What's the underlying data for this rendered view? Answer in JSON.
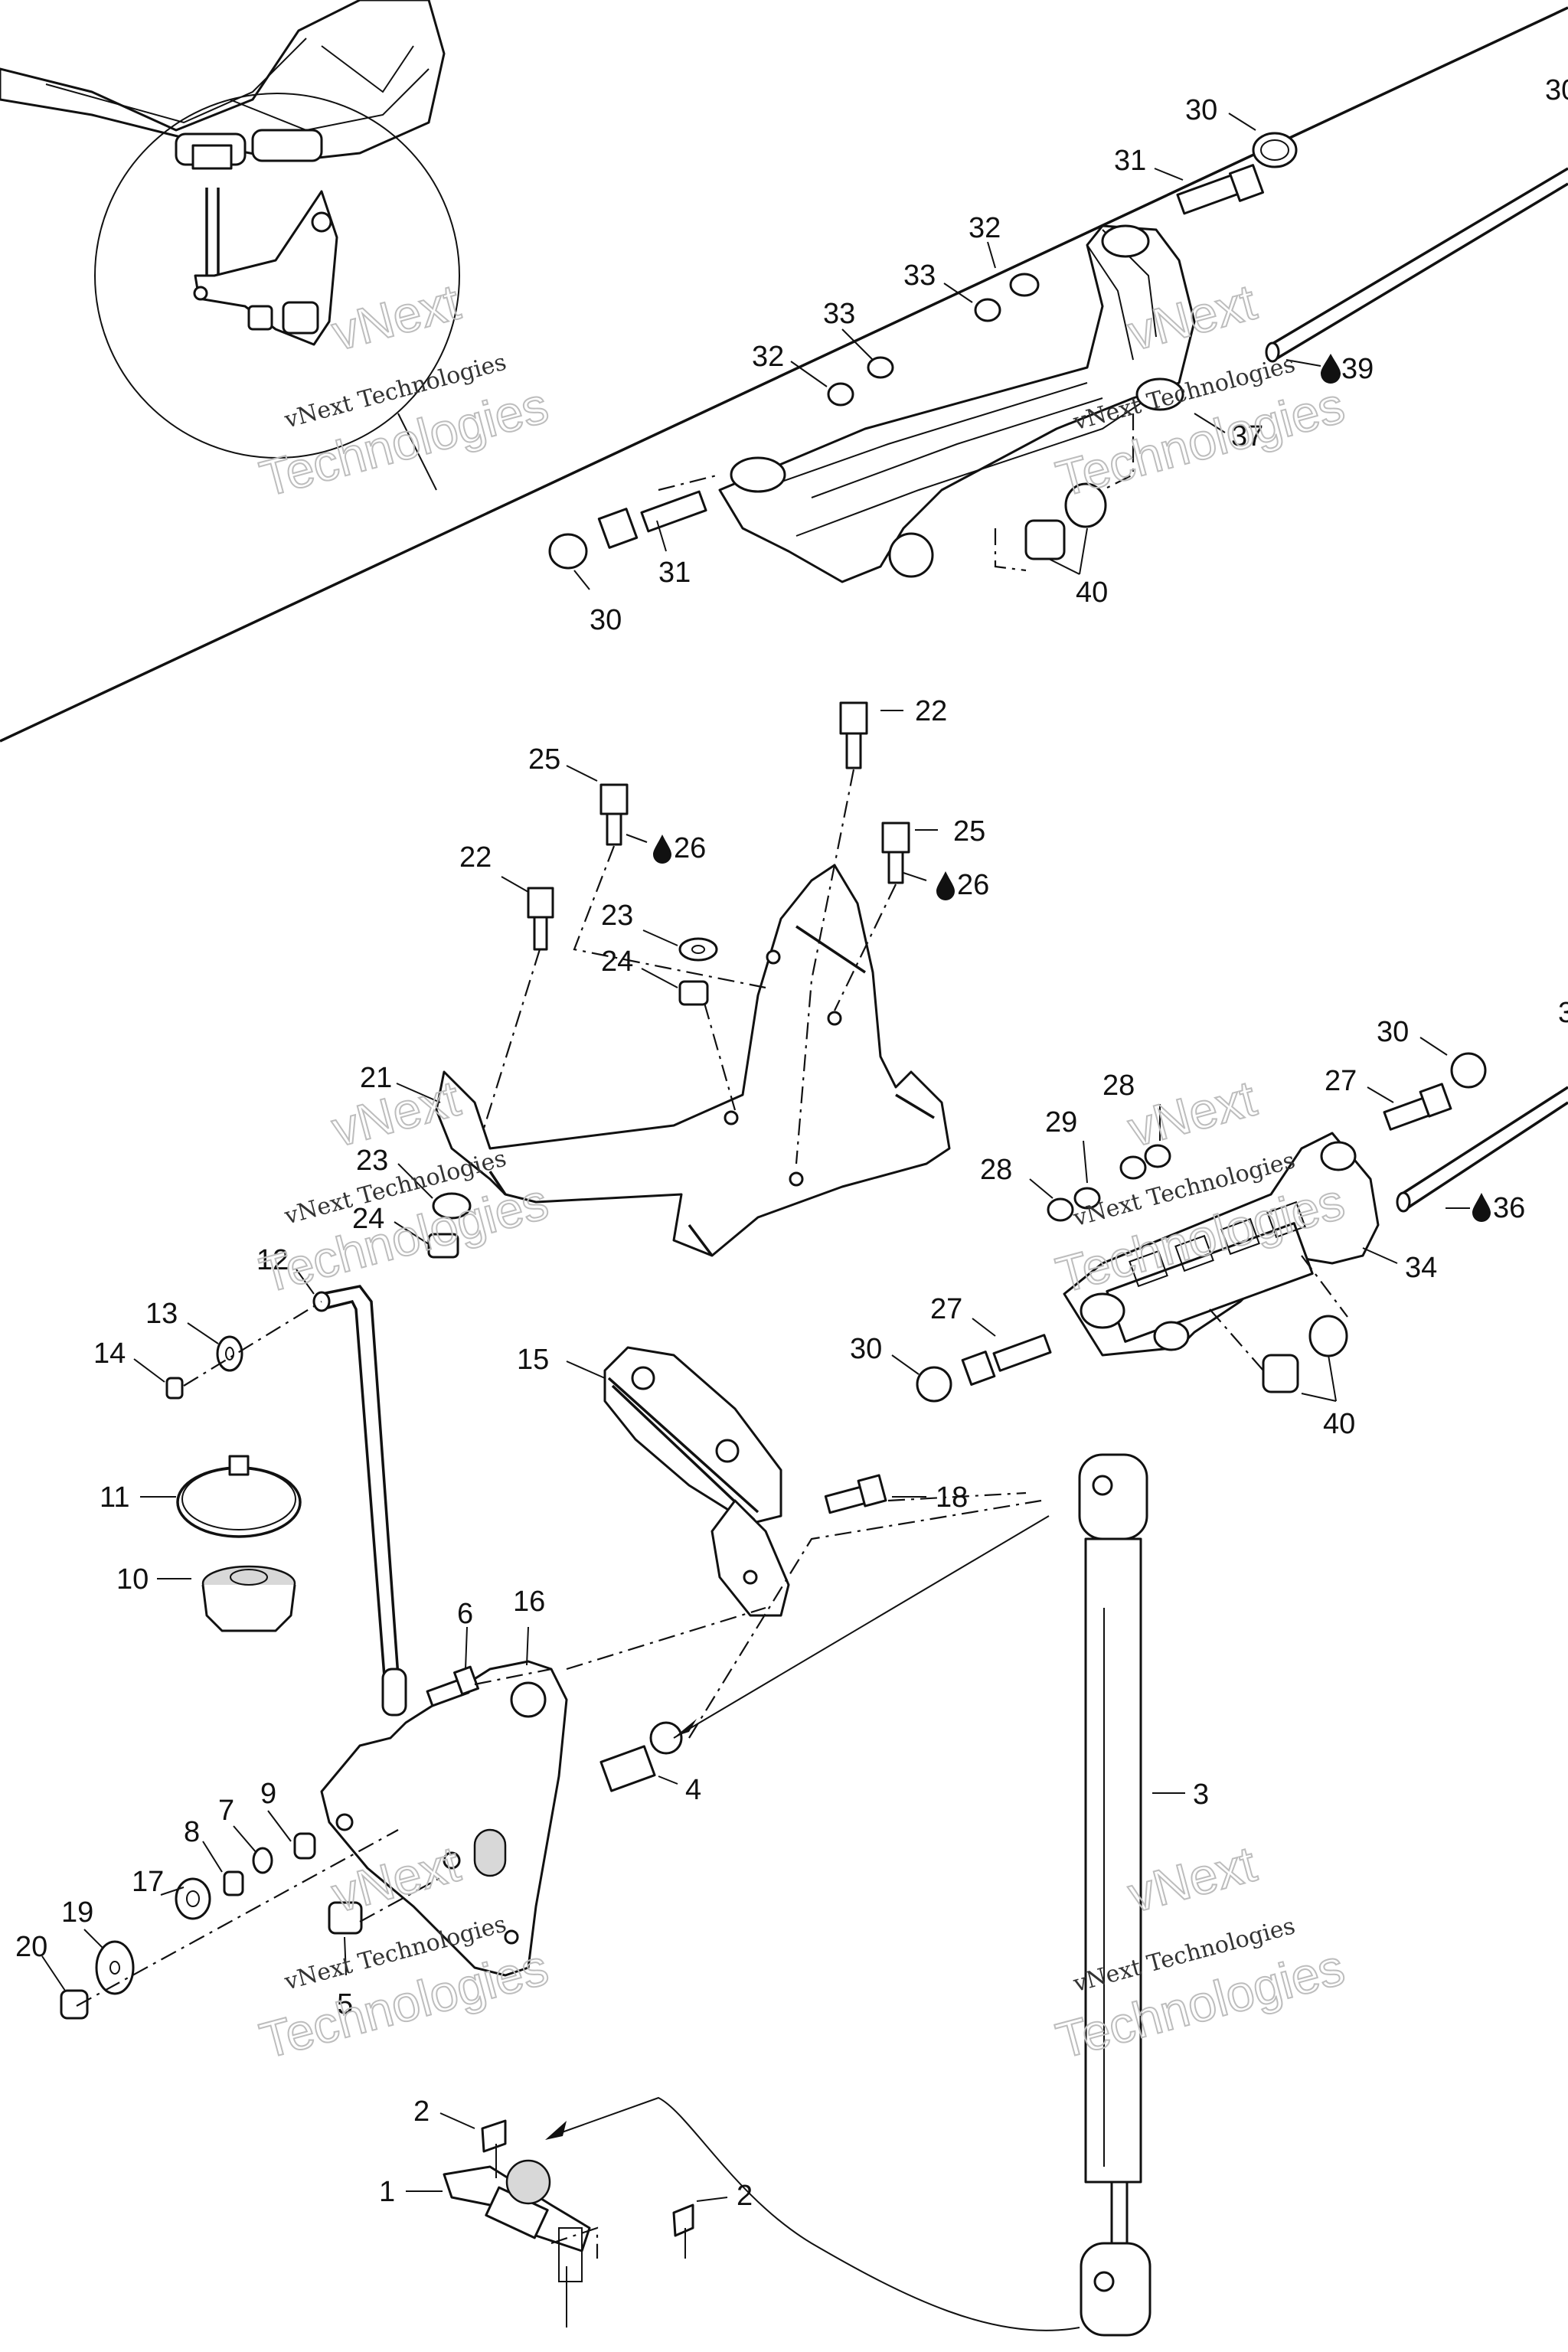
{
  "watermark": {
    "brand": "vNext",
    "line1": "vNext Technologies",
    "line2": "Technologies"
  },
  "callouts": {
    "p1": "1",
    "p2": "2",
    "p3": "3",
    "p4": "4",
    "p5": "5",
    "p6": "6",
    "p7": "7",
    "p8": "8",
    "p9": "9",
    "p10": "10",
    "p11": "11",
    "p12": "12",
    "p13": "13",
    "p14": "14",
    "p15": "15",
    "p16": "16",
    "p17": "17",
    "p18": "18",
    "p19": "19",
    "p20": "20",
    "p21": "21",
    "p22": "22",
    "p23": "23",
    "p24": "24",
    "p25": "25",
    "p26": "26",
    "p27": "27",
    "p28": "28",
    "p29": "29",
    "p30": "30",
    "p31": "31",
    "p32": "32",
    "p33": "33",
    "p34": "34",
    "p36": "36",
    "p37": "37",
    "p39": "39",
    "p40": "40"
  },
  "icons": {
    "lubricant": "oil-drop-icon"
  }
}
